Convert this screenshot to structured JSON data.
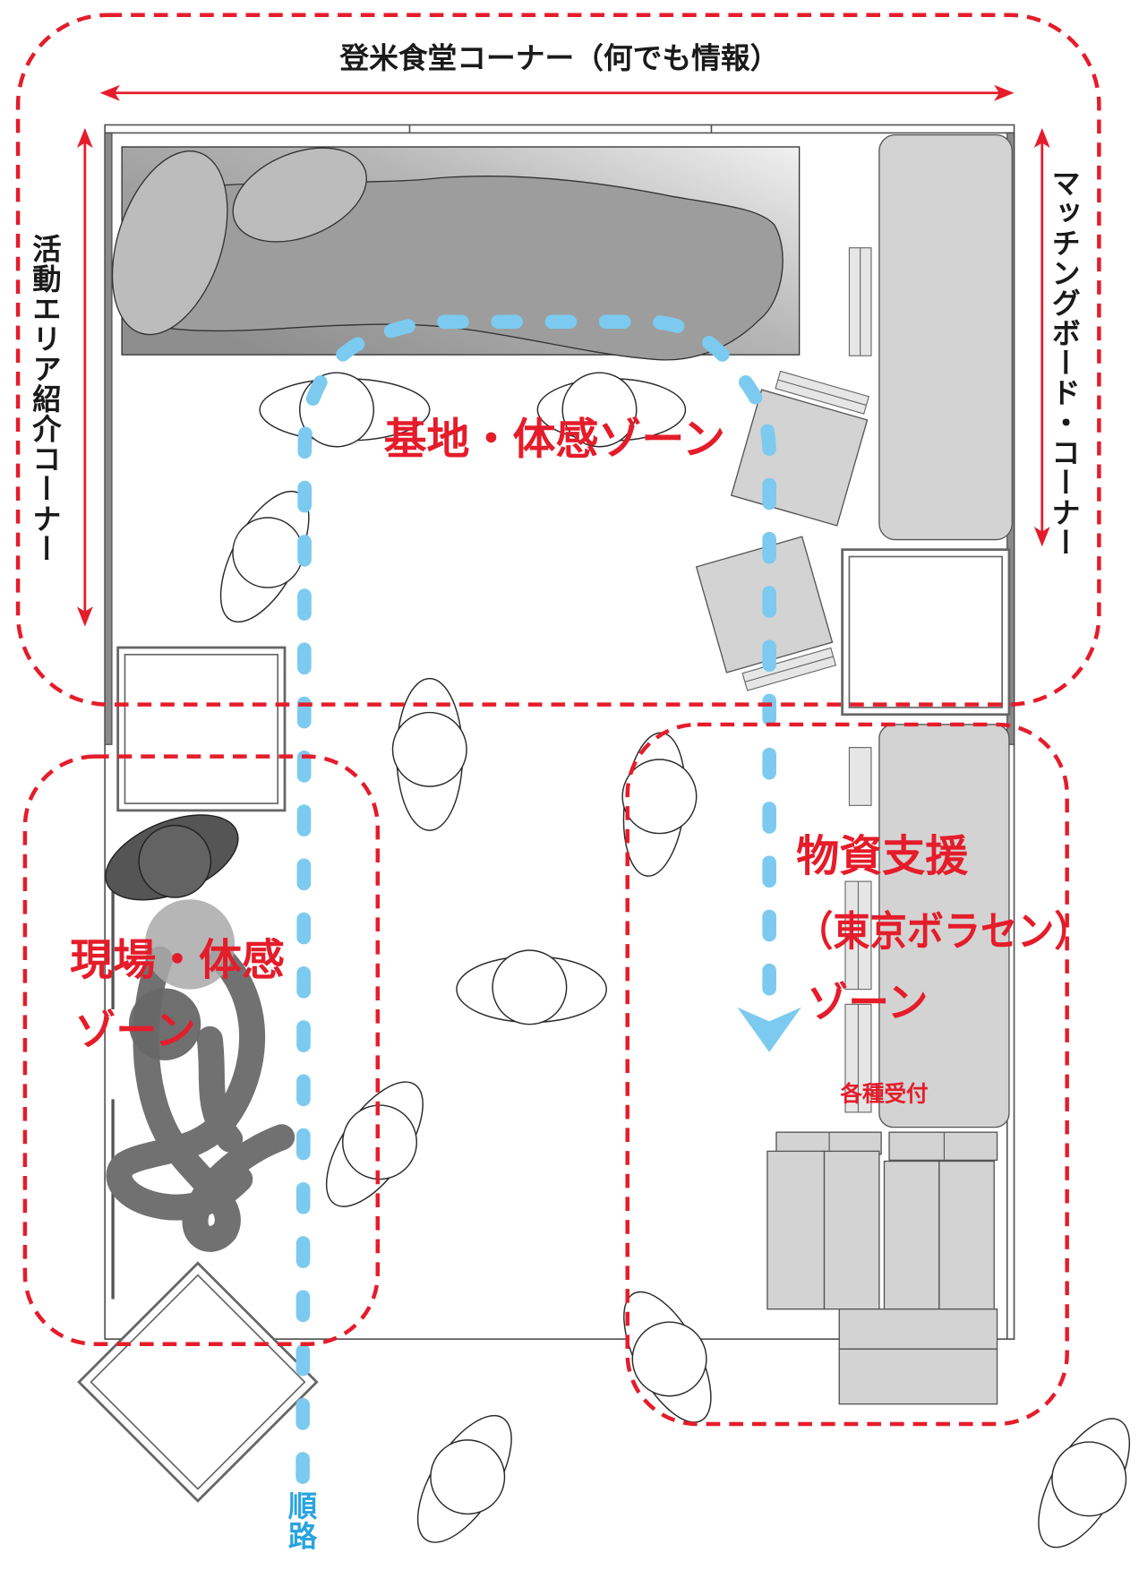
{
  "title": "登米食堂コーナー（何でも情報）",
  "labels": {
    "left_corner": "活動エリア紹介コーナー",
    "right_corner": "マッチングボード・コーナー"
  },
  "zones": {
    "base": {
      "label": "基地・体感ゾーン"
    },
    "field": {
      "lines": [
        "現場・体感",
        "ゾーン"
      ]
    },
    "supplies": {
      "lines": [
        "物資支援",
        "（東京ボラセン）",
        "ゾーン"
      ]
    }
  },
  "reception": {
    "label": "各種受付"
  },
  "route": {
    "label": "順路"
  },
  "colors": {
    "zone_red": "#e51c2a",
    "route_blue": "#7ccaf0",
    "route_text": "#2aa4de",
    "furniture": "#d3d3d3"
  }
}
